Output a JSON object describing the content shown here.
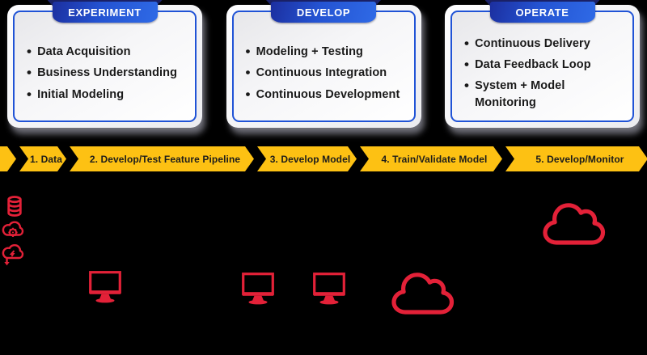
{
  "colors": {
    "background": "#000000",
    "ribbon_navy": "#1a2166",
    "ribbon_blue": "#2453d2",
    "box_border_blue": "#2053d6",
    "banner_yellow": "#fdc113",
    "banner_text": "#1d1d1b",
    "icon_red": "#e32138"
  },
  "panels": [
    {
      "ribbon": "EXPERIMENT",
      "items": [
        "Data Acquisition",
        "Business Understanding",
        "Initial Modeling"
      ]
    },
    {
      "ribbon": "DEVELOP",
      "items": [
        "Modeling + Testing",
        "Continuous Integration",
        "Continuous Development"
      ]
    },
    {
      "ribbon": "OPERATE",
      "items": [
        "Continuous Delivery",
        "Data Feedback Loop",
        "System + Model Monitoring"
      ]
    }
  ],
  "pipeline_steps": [
    {
      "label": "1. Data"
    },
    {
      "label": "2. Develop/Test Feature Pipeline"
    },
    {
      "label": "3. Develop Model"
    },
    {
      "label": "4. Train/Validate Model"
    },
    {
      "label": "5. Develop/Monitor"
    }
  ],
  "icons": {
    "left_stack": [
      "database-icon",
      "cloud-gear-icon",
      "cloud-download-icon"
    ],
    "monitors": [
      "monitor-icon",
      "monitor-icon",
      "monitor-icon"
    ],
    "clouds": [
      "cloud-icon",
      "cloud-icon"
    ]
  }
}
